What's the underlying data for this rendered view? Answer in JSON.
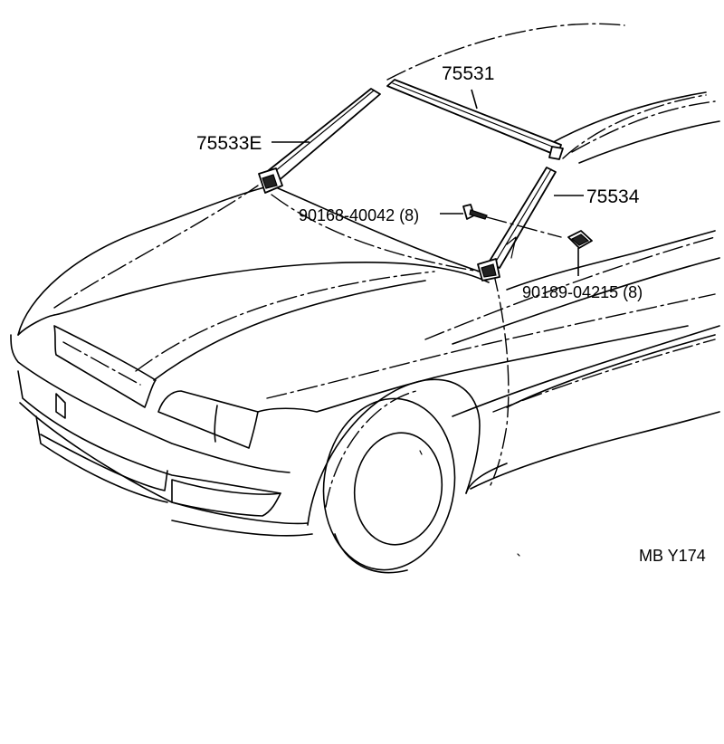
{
  "diagram": {
    "callouts": {
      "part_75531": "75531",
      "part_75533E": "75533E",
      "part_75534": "75534",
      "bolt": "90168-40042 (8)",
      "clip": "90189-04215 (8)"
    },
    "reference_code": "MB Y174"
  }
}
